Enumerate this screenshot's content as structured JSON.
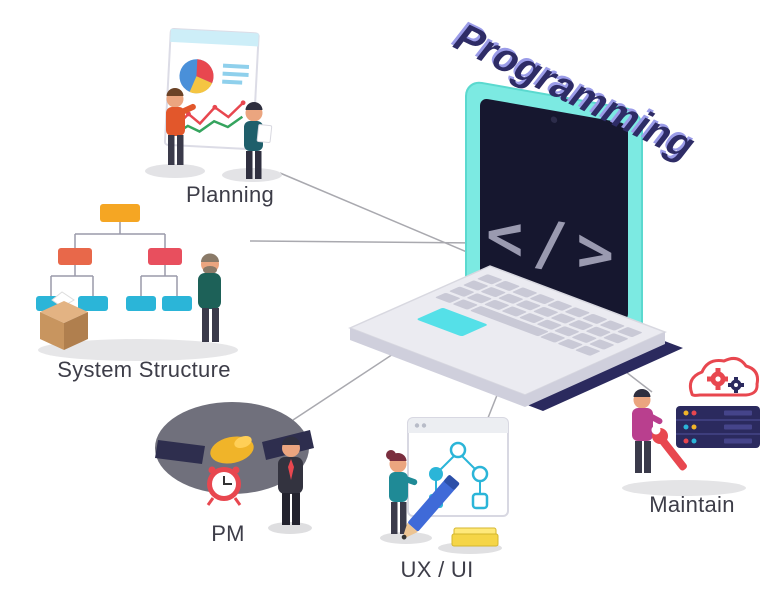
{
  "title": "Programming",
  "laptop": {
    "screen_symbol": "</>"
  },
  "nodes": [
    {
      "id": "planning",
      "label": "Planning"
    },
    {
      "id": "system-structure",
      "label": "System Structure"
    },
    {
      "id": "pm",
      "label": "PM"
    },
    {
      "id": "ux-ui",
      "label": "UX / UI"
    },
    {
      "id": "maintain",
      "label": "Maintain"
    }
  ],
  "colors": {
    "title_text": "#2e2c66",
    "title_extrude": "#9b9ce8",
    "label_text": "#3d3d48",
    "connector": "#a9a9af",
    "laptop_frame": "#7ceae2",
    "laptop_screen": "#16172f",
    "laptop_base": "#ebebf1",
    "laptop_shadow": "#2b2a5e",
    "touchpad": "#55e0e8",
    "accent_orange": "#f5a623",
    "accent_red": "#e8474f",
    "accent_teal": "#2bb5d8",
    "accent_yellow": "#f0b429",
    "accent_blue": "#3f6ad8",
    "accent_magenta": "#b93f8e"
  }
}
